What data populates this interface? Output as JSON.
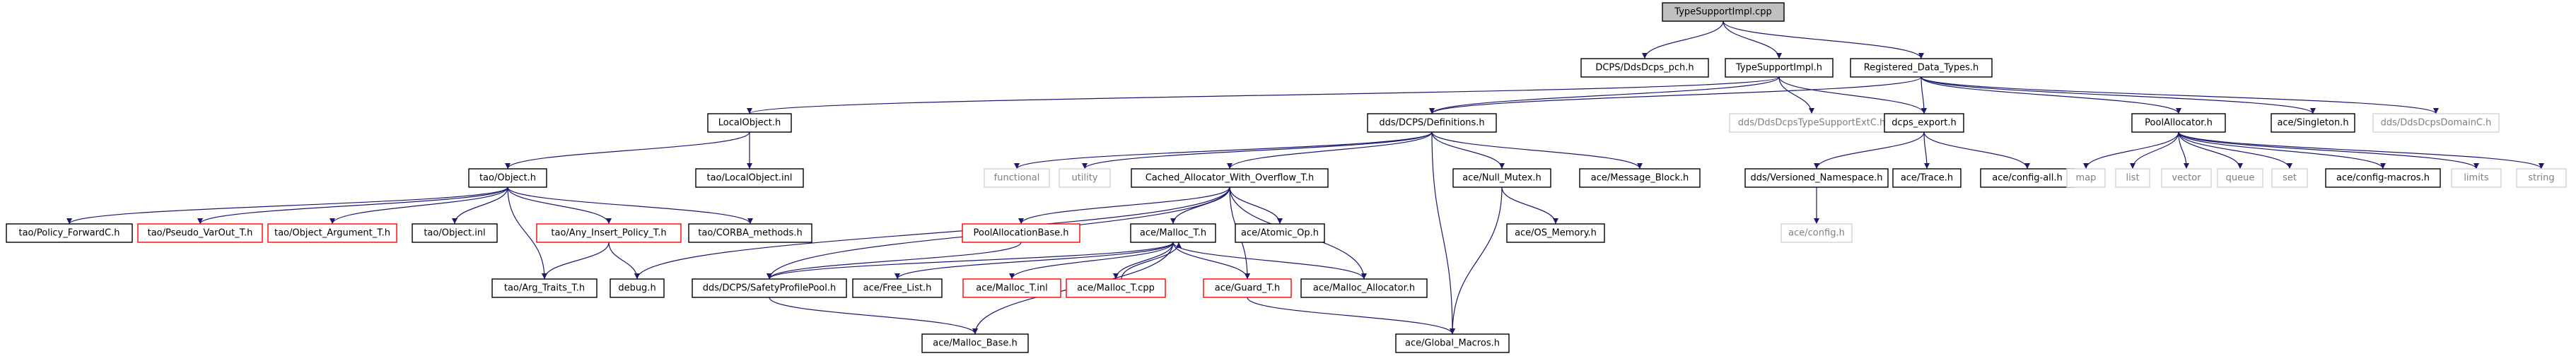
{
  "graph": {
    "root": "TypeSupportImpl.cpp",
    "colors": {
      "edge": "#191970",
      "root_fill": "#bfbfbf",
      "normal_border": "#000000",
      "normal_text": "#000000",
      "missing_border": "#d3d3d3",
      "missing_text": "#7f7f7f",
      "red_border": "#ff0000"
    },
    "nodes": [
      {
        "id": "root",
        "label": "TypeSupportImpl.cpp",
        "style": "root"
      },
      {
        "id": "dcps_pch",
        "label": "DCPS/DdsDcps_pch.h",
        "style": "normal"
      },
      {
        "id": "tsi_h",
        "label": "TypeSupportImpl.h",
        "style": "normal"
      },
      {
        "id": "reg_types",
        "label": "Registered_Data_Types.h",
        "style": "normal"
      },
      {
        "id": "local_obj",
        "label": "LocalObject.h",
        "style": "normal"
      },
      {
        "id": "definitions",
        "label": "dds/DCPS/Definitions.h",
        "style": "normal"
      },
      {
        "id": "ts_export",
        "label": "dds/DdsDcpsTypeSupportExtC.h",
        "style": "missing"
      },
      {
        "id": "dcps_export",
        "label": "dcps_export.h",
        "style": "normal"
      },
      {
        "id": "pool_alloc",
        "label": "PoolAllocator.h",
        "style": "normal"
      },
      {
        "id": "singleton",
        "label": "ace/Singleton.h",
        "style": "normal"
      },
      {
        "id": "domainc",
        "label": "dds/DdsDcpsDomainC.h",
        "style": "missing"
      },
      {
        "id": "tao_object",
        "label": "tao/Object.h",
        "style": "normal"
      },
      {
        "id": "localobj_inl",
        "label": "tao/LocalObject.inl",
        "style": "normal"
      },
      {
        "id": "functional",
        "label": "functional",
        "style": "missing"
      },
      {
        "id": "utility",
        "label": "utility",
        "style": "missing"
      },
      {
        "id": "cached_alloc",
        "label": "Cached_Allocator_With_Overflow_T.h",
        "style": "normal"
      },
      {
        "id": "null_mutex",
        "label": "ace/Null_Mutex.h",
        "style": "normal"
      },
      {
        "id": "msg_block",
        "label": "ace/Message_Block.h",
        "style": "normal"
      },
      {
        "id": "versioned_ns",
        "label": "dds/Versioned_Namespace.h",
        "style": "normal"
      },
      {
        "id": "trace",
        "label": "ace/Trace.h",
        "style": "normal"
      },
      {
        "id": "config_all",
        "label": "ace/config-all.h",
        "style": "normal"
      },
      {
        "id": "map",
        "label": "map",
        "style": "missing"
      },
      {
        "id": "list",
        "label": "list",
        "style": "missing"
      },
      {
        "id": "vector",
        "label": "vector",
        "style": "missing"
      },
      {
        "id": "queue",
        "label": "queue",
        "style": "missing"
      },
      {
        "id": "set",
        "label": "set",
        "style": "missing"
      },
      {
        "id": "config_macros",
        "label": "ace/config-macros.h",
        "style": "normal"
      },
      {
        "id": "limits",
        "label": "limits",
        "style": "missing"
      },
      {
        "id": "string",
        "label": "string",
        "style": "missing"
      },
      {
        "id": "policy_fwd",
        "label": "tao/Policy_ForwardC.h",
        "style": "normal"
      },
      {
        "id": "pseudo_var",
        "label": "tao/Pseudo_VarOut_T.h",
        "style": "red"
      },
      {
        "id": "obj_arg",
        "label": "tao/Object_Argument_T.h",
        "style": "red"
      },
      {
        "id": "object_inl",
        "label": "tao/Object.inl",
        "style": "normal"
      },
      {
        "id": "any_insert",
        "label": "tao/Any_Insert_Policy_T.h",
        "style": "red"
      },
      {
        "id": "corba_methods",
        "label": "tao/CORBA_methods.h",
        "style": "normal"
      },
      {
        "id": "pool_alloc_base",
        "label": "PoolAllocationBase.h",
        "style": "red"
      },
      {
        "id": "malloc_t",
        "label": "ace/Malloc_T.h",
        "style": "normal"
      },
      {
        "id": "atomic_op",
        "label": "ace/Atomic_Op.h",
        "style": "normal"
      },
      {
        "id": "os_memory",
        "label": "ace/OS_Memory.h",
        "style": "normal"
      },
      {
        "id": "config_h",
        "label": "ace/config.h",
        "style": "missing"
      },
      {
        "id": "arg_traits",
        "label": "tao/Arg_Traits_T.h",
        "style": "normal"
      },
      {
        "id": "debug",
        "label": "debug.h",
        "style": "normal"
      },
      {
        "id": "safety_pool",
        "label": "dds/DCPS/SafetyProfilePool.h",
        "style": "normal"
      },
      {
        "id": "free_list",
        "label": "ace/Free_List.h",
        "style": "normal"
      },
      {
        "id": "malloc_t_inl",
        "label": "ace/Malloc_T.inl",
        "style": "red"
      },
      {
        "id": "malloc_t_cpp",
        "label": "ace/Malloc_T.cpp",
        "style": "red"
      },
      {
        "id": "guard_t",
        "label": "ace/Guard_T.h",
        "style": "red"
      },
      {
        "id": "malloc_allocator",
        "label": "ace/Malloc_Allocator.h",
        "style": "normal"
      },
      {
        "id": "malloc_base",
        "label": "ace/Malloc_Base.h",
        "style": "normal"
      },
      {
        "id": "global_macros",
        "label": "ace/Global_Macros.h",
        "style": "normal"
      }
    ],
    "edges": [
      [
        "root",
        "dcps_pch"
      ],
      [
        "root",
        "tsi_h"
      ],
      [
        "root",
        "reg_types"
      ],
      [
        "tsi_h",
        "local_obj"
      ],
      [
        "tsi_h",
        "definitions"
      ],
      [
        "tsi_h",
        "ts_export"
      ],
      [
        "tsi_h",
        "dcps_export"
      ],
      [
        "reg_types",
        "definitions"
      ],
      [
        "reg_types",
        "dcps_export"
      ],
      [
        "reg_types",
        "pool_alloc"
      ],
      [
        "reg_types",
        "singleton"
      ],
      [
        "reg_types",
        "domainc"
      ],
      [
        "local_obj",
        "tao_object"
      ],
      [
        "local_obj",
        "localobj_inl"
      ],
      [
        "tao_object",
        "policy_fwd"
      ],
      [
        "tao_object",
        "pseudo_var"
      ],
      [
        "tao_object",
        "obj_arg"
      ],
      [
        "tao_object",
        "object_inl"
      ],
      [
        "tao_object",
        "any_insert"
      ],
      [
        "tao_object",
        "corba_methods"
      ],
      [
        "tao_object",
        "arg_traits"
      ],
      [
        "any_insert",
        "arg_traits"
      ],
      [
        "any_insert",
        "debug"
      ],
      [
        "definitions",
        "functional"
      ],
      [
        "definitions",
        "utility"
      ],
      [
        "definitions",
        "cached_alloc"
      ],
      [
        "definitions",
        "null_mutex"
      ],
      [
        "definitions",
        "msg_block"
      ],
      [
        "definitions",
        "global_macros"
      ],
      [
        "cached_alloc",
        "debug"
      ],
      [
        "cached_alloc",
        "pool_alloc_base"
      ],
      [
        "cached_alloc",
        "safety_pool"
      ],
      [
        "cached_alloc",
        "malloc_t"
      ],
      [
        "cached_alloc",
        "atomic_op"
      ],
      [
        "cached_alloc",
        "guard_t"
      ],
      [
        "cached_alloc",
        "malloc_allocator"
      ],
      [
        "pool_alloc_base",
        "safety_pool"
      ],
      [
        "malloc_t",
        "safety_pool"
      ],
      [
        "malloc_t",
        "free_list"
      ],
      [
        "malloc_t",
        "malloc_t_inl"
      ],
      [
        "malloc_t",
        "malloc_t_cpp"
      ],
      [
        "malloc_t",
        "guard_t"
      ],
      [
        "malloc_t",
        "malloc_allocator"
      ],
      [
        "malloc_t",
        "malloc_base"
      ],
      [
        "malloc_t_cpp",
        "malloc_t"
      ],
      [
        "safety_pool",
        "malloc_base"
      ],
      [
        "guard_t",
        "global_macros"
      ],
      [
        "null_mutex",
        "os_memory"
      ],
      [
        "null_mutex",
        "global_macros"
      ],
      [
        "dcps_export",
        "versioned_ns"
      ],
      [
        "dcps_export",
        "trace"
      ],
      [
        "dcps_export",
        "config_all"
      ],
      [
        "versioned_ns",
        "config_h"
      ],
      [
        "pool_alloc",
        "map"
      ],
      [
        "pool_alloc",
        "list"
      ],
      [
        "pool_alloc",
        "vector"
      ],
      [
        "pool_alloc",
        "queue"
      ],
      [
        "pool_alloc",
        "set"
      ],
      [
        "pool_alloc",
        "config_macros"
      ],
      [
        "pool_alloc",
        "limits"
      ],
      [
        "pool_alloc",
        "string"
      ]
    ]
  }
}
